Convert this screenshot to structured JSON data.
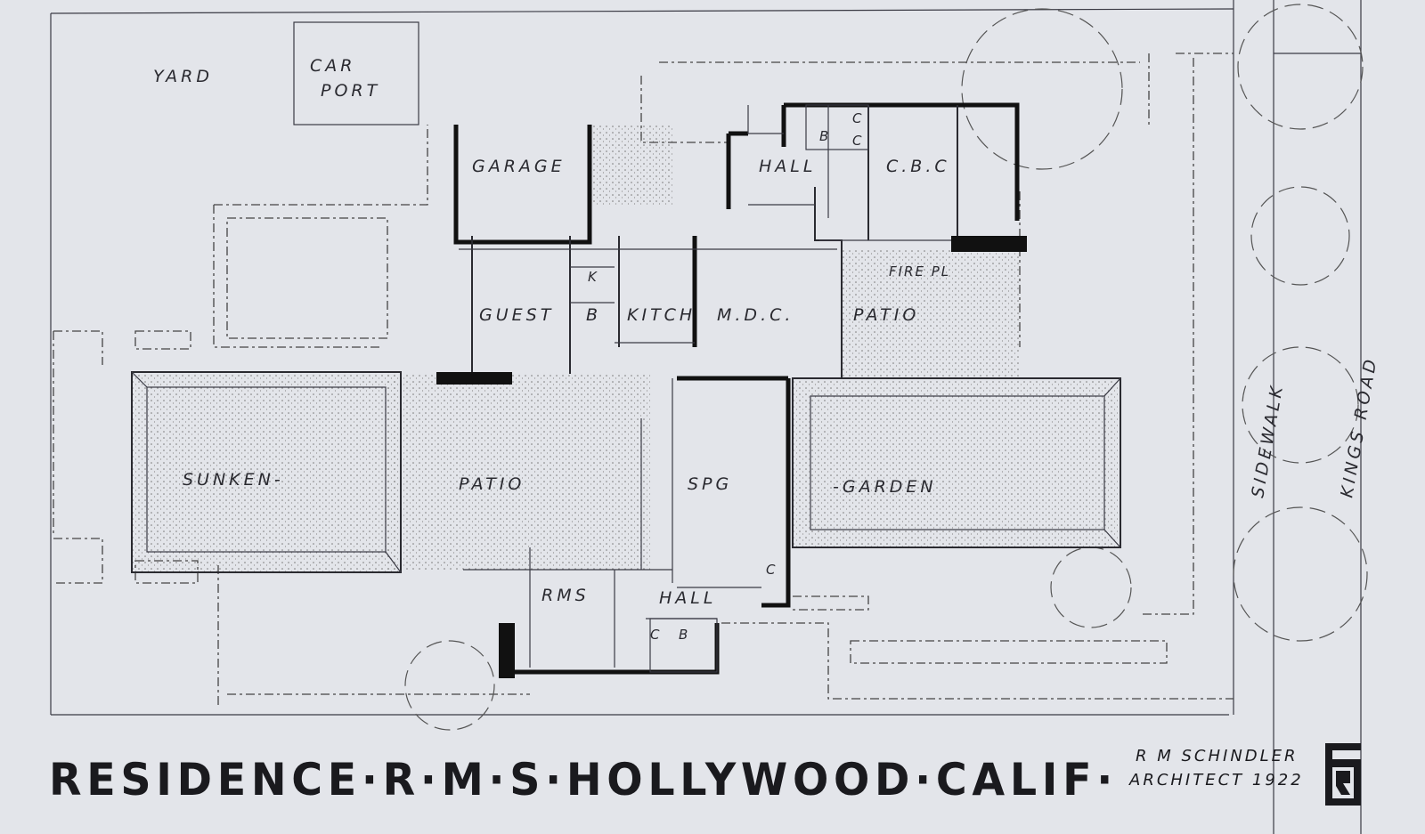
{
  "drawing": {
    "title": "RESIDENCE·R·M·S·HOLLYWOOD·CALIF·",
    "architect": "R M SCHINDLER",
    "subtitle": "ARCHITECT 1922",
    "monogram": "RMS",
    "labels": {
      "yard": "YARD",
      "car": "CAR",
      "port": "PORT",
      "garage": "GARAGE",
      "hall_top": "HALL",
      "b_top": "B",
      "c_top1": "C",
      "c_top2": "C",
      "cbc": "C.B.C",
      "fire_pl": "FIRE PL",
      "k": "K",
      "guest": "GUEST",
      "b_mid": "B",
      "kitch": "KITCH",
      "mdc": "M.D.C.",
      "patio_right": "PATIO",
      "sunken": "SUNKEN-",
      "patio_center": "PATIO",
      "spg": "SPG",
      "garden": "-GARDEN",
      "rms": "RMS",
      "hall_bottom": "HALL",
      "c_bottom1": "C",
      "c_bottom2": "C",
      "b_bottom": "B",
      "sidewalk": "SIDEWALK",
      "kings_road": "KINGS ROAD"
    }
  }
}
